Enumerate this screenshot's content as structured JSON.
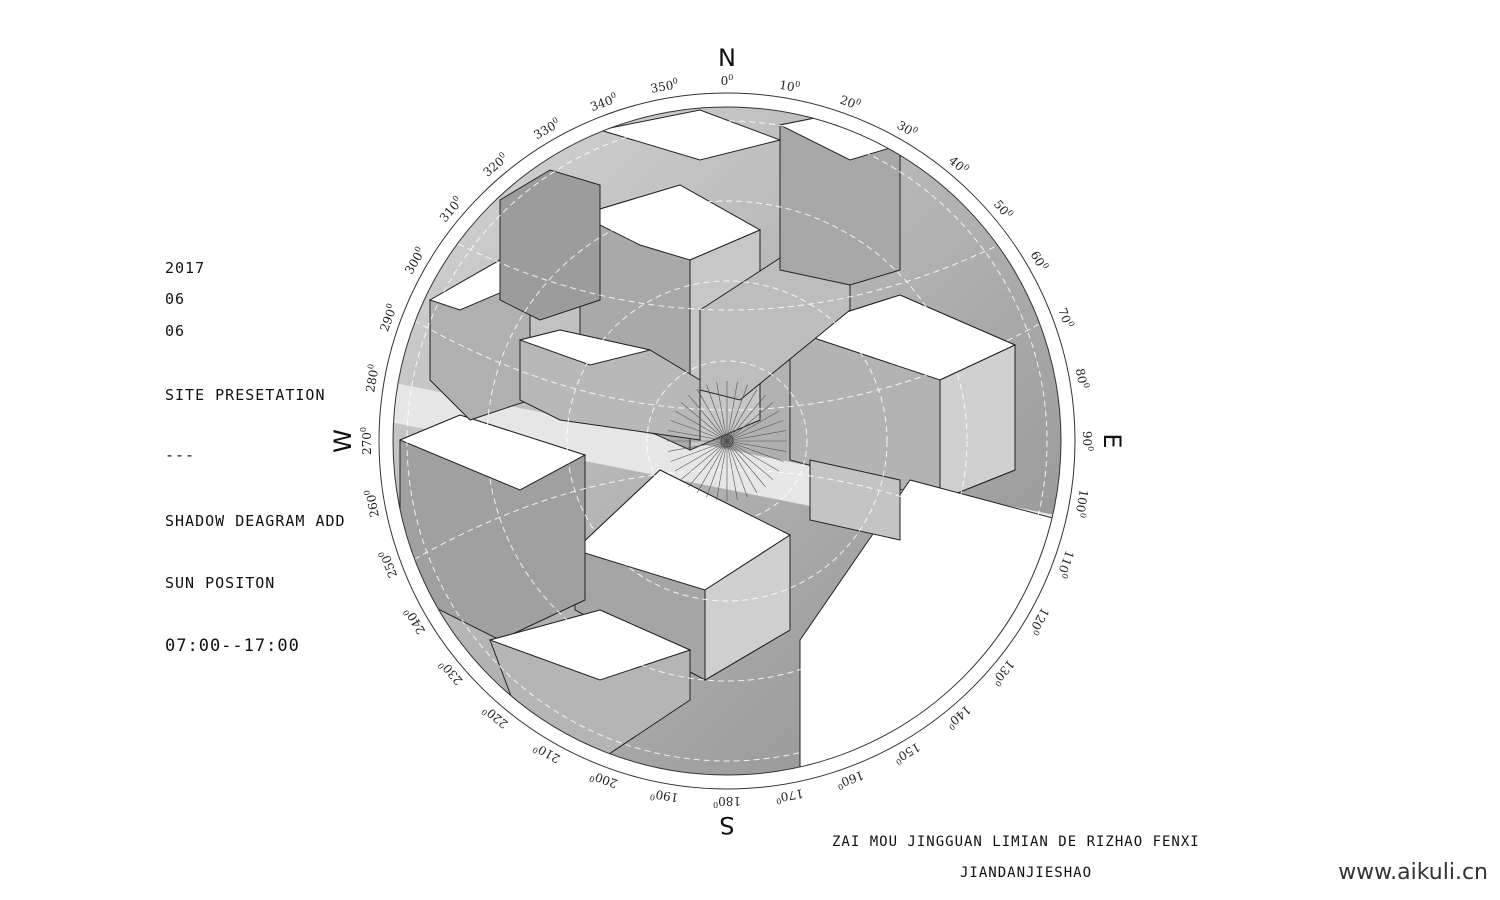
{
  "side_text": {
    "year": "2017",
    "month": "06",
    "day": "06",
    "title": "SITE PRESETATION",
    "dashes": "---",
    "subtitle": "SHADOW DEAGRAM ADD",
    "sun": "SUN POSITON",
    "time": "07:00--17:00"
  },
  "compass": {
    "north": "N",
    "east": "E",
    "south": "S",
    "west": "W",
    "degree_labels": [
      "0",
      "10",
      "20",
      "30",
      "40",
      "50",
      "60",
      "70",
      "80",
      "90",
      "100",
      "110",
      "120",
      "130",
      "140",
      "150",
      "160",
      "170",
      "180",
      "190",
      "200",
      "210",
      "220",
      "230",
      "240",
      "250",
      "260",
      "270",
      "280",
      "290",
      "300",
      "310",
      "320",
      "330",
      "340",
      "350"
    ],
    "degree_suffix": "0"
  },
  "footer": {
    "line1": "ZAI MOU JINGGUAN LIMIAN DE RIZHAO FENXI",
    "line2": "JIANDANJIESHAO",
    "watermark": "www.aikuli.cn"
  }
}
